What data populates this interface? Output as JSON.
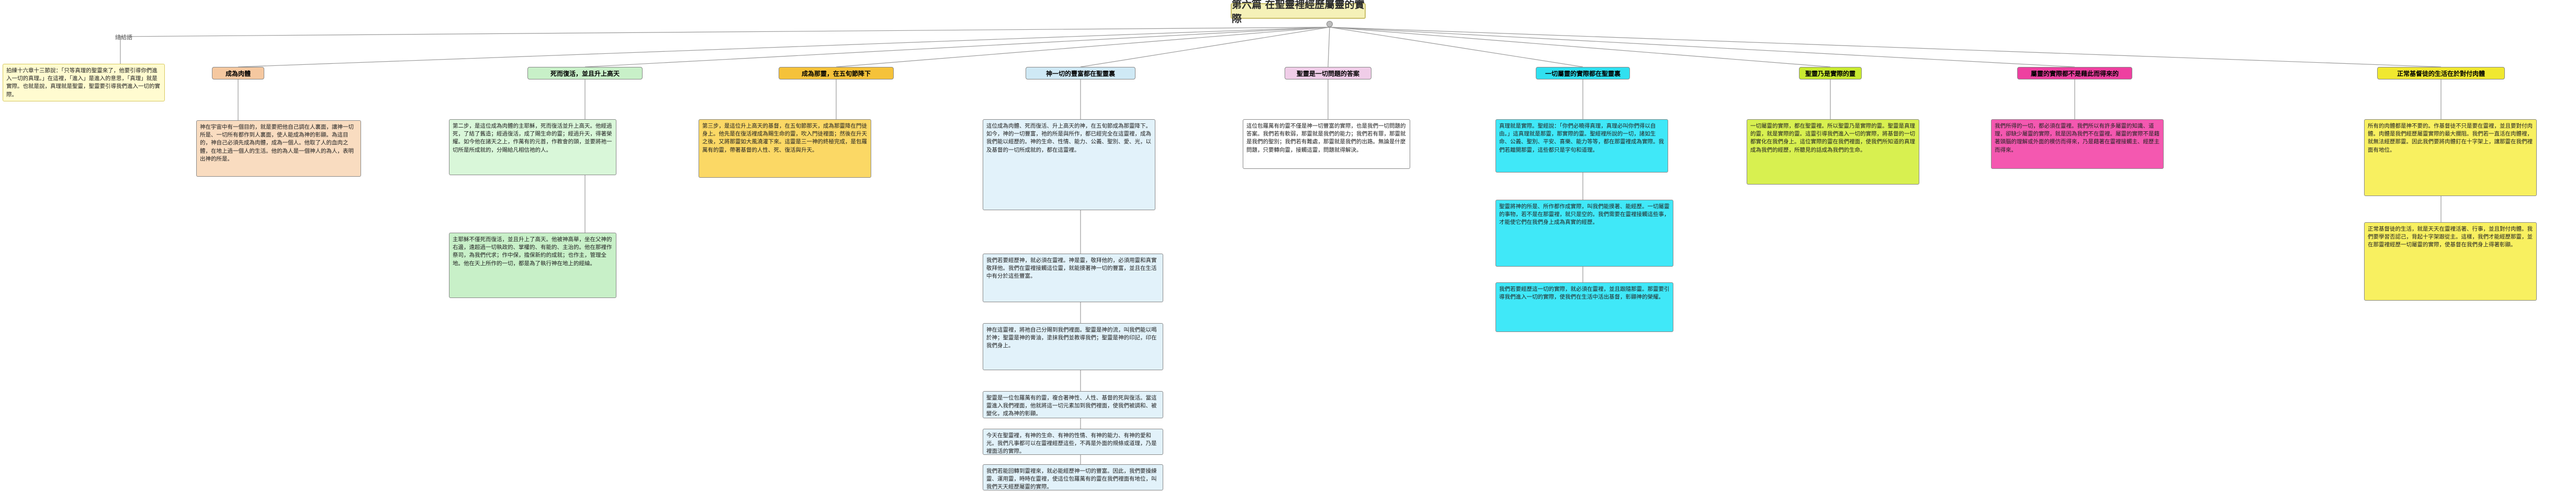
{
  "root": {
    "title": "第六篇  在聖靈裡經歷屬靈的實際"
  },
  "side": {
    "tag": "總結語",
    "note": "拍練十六章十三節說：「只等真理的聖靈來了，他要引導你們進入一切的真理。」在這裡，「進入」是進入的意思，「真理」就是實際。也就是說，真理就是聖靈，聖靈要引導我們進入一切的實際。"
  },
  "branches": [
    {
      "header": "成為肉體",
      "color": "#f5c8a0",
      "body_color": "#f9dcc0",
      "body": "神在宇宙中有一個目的，就是要把他自己調在人裏面，讓神一切所是、一切所有都作到人裏面，使人能成為神的彰顯。為這目的，神自己必須先成為肉體，成為一個人。他取了人的血肉之體，在地上過一個人的生活。他的為人是一個神人的為人，表明出神的所是。"
    },
    {
      "header": "死而復活，並且升上高天",
      "color": "#c8f0c8",
      "body_color": "#d9f7d9",
      "body": "第二步，是這位成為肉體的主耶穌，死而復活並升上高天。他經過死，了結了舊造；經過復活，成了賜生命的靈；經過升天，得著榮耀。如今他在諸天之上，作萬有的元首，作教會的頭，並要將祂一切所是所成就的，分賜給凡相信祂的人。",
      "body2": "主耶穌不僅死而復活，並且升上了高天。他被神高舉，坐在父神的右邊，遠超過一切執政的、掌權的、有能的、主治的。他在那裡作祭司，為我們代求；作中保，擔保新約的成就；也作主，管理全地。他在天上所作的一切，都是為了執行神在地上的經綸。"
    },
    {
      "header": "成為那靈，在五旬節降下",
      "color": "#f5c23a",
      "body_color": "#fbd865",
      "body": "第三步，是這位升上高天的基督，在五旬節那天，成為那靈降在門徒身上。他先是在復活裡成為賜生命的靈，吹入門徒裡面；然後在升天之後，又將那靈如大風澆灌下來。這靈是三一神的終極完成，是包羅萬有的靈，帶著基督的人性、死、復活與升天。"
    },
    {
      "header": "神一切的豐富都在聖靈裏",
      "color": "#cfe9f5",
      "body_color": "#e2f2fa",
      "body": "這位成為肉體、死而復活、升上高天的神，在五旬節成為那靈降下。如今，神的一切豐富，祂的所是與所作，都已經完全在這靈裡，成為我們能以經歷的。神的生命、性情、能力、公義、聖別、愛、光，以及基督的一切所成就的，都在這靈裡。",
      "body2": "我們若要經歷神，就必須在靈裡。神是靈，敬拜他的，必須用靈和真實敬拜他。我們在靈裡接觸這位靈，就能摸著神一切的豐富，並且在生活中有分於這些豐富。",
      "body3": "神在這靈裡，將祂自己分賜到我們裡面。聖靈是神的流，叫我們能以喝於神；聖靈是神的膏油，塗抹我們並教導我們；聖靈是神的印記，印在我們身上。",
      "body4": "聖靈是一位包羅萬有的靈，複合著神性、人性、基督的死與復活。當這靈進入我們裡面，他就將這一切元素加到我們裡面，使我們被調和、被變化，成為神的彰顯。",
      "body5": "今天在聖靈裡，有神的生命、有神的性情、有神的能力、有神的愛和光。我們凡事都可以在靈裡經歷這些，不再是外面的規條或道理，乃是裡面活的實際。",
      "body6": "我們若能回轉到靈裡來，就必能經歷神一切的豐富。因此，我們要操練靈、運用靈，時時在靈裡，使這位包羅萬有的靈在我們裡面有地位，叫我們天天經歷屬靈的實際。"
    },
    {
      "header": "聖靈是一切問題的答案",
      "color": "#f0cde8",
      "body_color": "#ffffff",
      "body": "這位包羅萬有的靈不僅是神一切豐富的實際，也是我們一切問題的答案。我們若有軟弱，那靈就是我們的能力；我們若有罪，那靈就是我們的聖別；我們若有難處，那靈就是我們的出路。無論是什麼問題，只要轉向靈，接觸這靈，問題就得解決。"
    },
    {
      "header": "一切屬靈的實際都在聖靈裏",
      "color": "#30e0f0",
      "body_color": "#40e8f8",
      "body": "真理就是實際。聖經說：「你們必曉得真理，真理必叫你們得以自由。」這真理就是那靈，那實際的靈。聖經裡所說的一切，諸如生命、公義、聖別、平安、喜樂、能力等等，都在那靈裡成為實際。我們若離開那靈，這些都只是字句和道理。",
      "body2": "聖靈將神的所是、所作都作成實際，叫我們能摸著、能經歷。一切屬靈的事物，若不是在那靈裡，就只是空的。我們需要在靈裡接觸這些事，才能使它們在我們身上成為真實的經歷。",
      "body3": "我們若要經歷這一切的實際，就必須在靈裡，並且跟隨那靈。那靈要引導我們進入一切的實際，使我們在生活中活出基督，彰顯神的榮耀。"
    },
    {
      "header": "聖靈乃是實際的靈",
      "color": "#c8ea30",
      "body_color": "#d8f050",
      "body": "一切屬靈的實際，都在聖靈裡。所以聖靈乃是實際的靈。聖靈是真理的靈，就是實際的靈。這靈引導我們進入一切的實際，將基督的一切都實化在我們身上。這位實際的靈在我們裡面，使我們所知道的真理成為我們的經歷，所聽見的話成為我們的生命。"
    },
    {
      "header": "屬靈的實際都不是藉此而得來的",
      "color": "#ee40a0",
      "body_color": "#f458b0",
      "body": "我們所得的一切，都必須在靈裡。我們所以有許多屬靈的知識、道理，卻缺少屬靈的實際，就是因為我們不在靈裡。屬靈的實際不是藉著頭腦的理解或外面的模仿而得來，乃是藉著在靈裡接觸主、經歷主而得來。"
    },
    {
      "header": "正常基督徒的生活在於對付肉體",
      "color": "#f0e830",
      "body_color": "#f8f060",
      "body": "所有的肉體都是神不要的。作基督徒不只是要在靈裡，並且要對付肉體。肉體是我們經歷屬靈實際的最大攔阻。我們若一直活在肉體裡，就無法經歷那靈。因此我們要將肉體釘在十字架上，讓那靈在我們裡面有地位。",
      "body2": "正常基督徒的生活，就是天天在靈裡活著、行事，並且對付肉體。我們要學習否認己，背起十字架跟從主。這樣，我們才能經歷那靈，並在那靈裡經歷一切屬靈的實際，使基督在我們身上得著彰顯。"
    }
  ]
}
